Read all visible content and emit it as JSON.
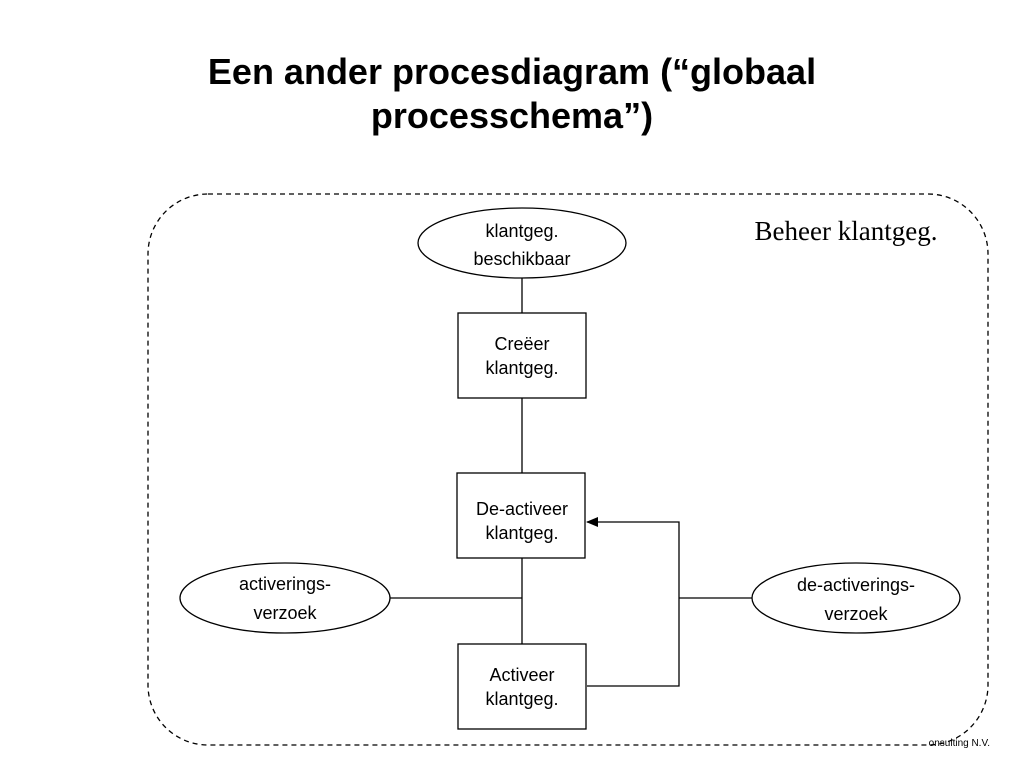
{
  "title": {
    "line1": "Een ander procesdiagram (“globaal",
    "line2": "processchema”)"
  },
  "diagram": {
    "boundary_label": "Beheer klantgeg.",
    "nodes": {
      "klantgeg_beschikbaar": {
        "kind": "event",
        "line1": "klantgeg.",
        "line2": "beschikbaar"
      },
      "creeer_klantgeg": {
        "kind": "process",
        "line1": "Creëer",
        "line2": "klantgeg."
      },
      "deactiveer_klantgeg": {
        "kind": "process",
        "line1": "De-activeer",
        "line2": "klantgeg."
      },
      "activeer_klantgeg": {
        "kind": "process",
        "line1": "Activeer",
        "line2": "klantgeg."
      },
      "activeringsverzoek": {
        "kind": "event",
        "line1": "activerings-",
        "line2": "verzoek"
      },
      "deactiveringsverzoek": {
        "kind": "event",
        "line1": "de-activerings-",
        "line2": "verzoek"
      }
    },
    "connections": [
      {
        "from": "klantgeg_beschikbaar",
        "to": "creeer_klantgeg",
        "arrow": false
      },
      {
        "from": "creeer_klantgeg",
        "to": "deactiveer_klantgeg",
        "arrow": false
      },
      {
        "from": "deactiveer_klantgeg",
        "to": "activeer_klantgeg",
        "arrow": false
      },
      {
        "from": "activeringsverzoek",
        "to": "activeer_klantgeg",
        "arrow": false
      },
      {
        "from": "activeer_klantgeg",
        "to": "deactiveer_klantgeg",
        "arrow": true
      },
      {
        "from": "deactiveringsverzoek",
        "to": "deactiveer_klantgeg",
        "arrow": false
      }
    ]
  },
  "footer": {
    "text": "onsulting N.V."
  }
}
